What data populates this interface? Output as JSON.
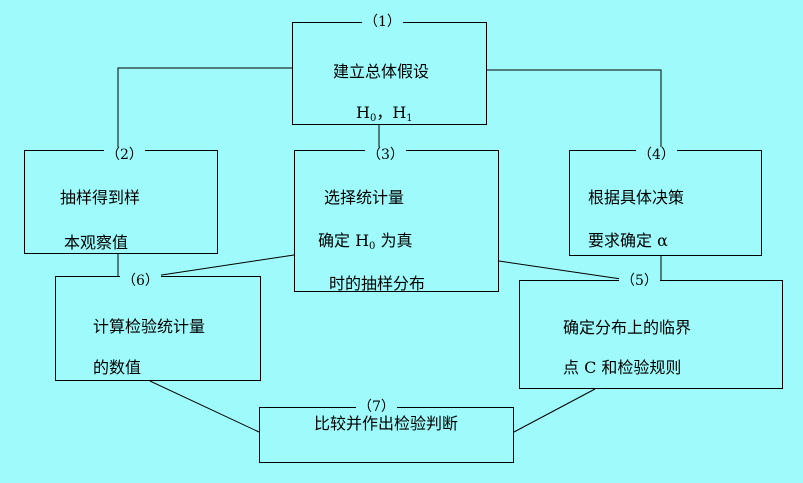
{
  "nodes": [
    {
      "id": "1",
      "num": "（1）",
      "line1": "建立总体假设",
      "h0": "H",
      "h0_sub": "0",
      "sep": "，",
      "h1": "H",
      "h1_sub": "1"
    },
    {
      "id": "2",
      "num": "（2）",
      "line1": "抽样得到样",
      "line2": "本观察值"
    },
    {
      "id": "3",
      "num": "（3）",
      "line1": "选择统计量",
      "line2_a": "确定 H",
      "line2_sub": "0",
      "line2_b": " 为真",
      "line3": "时的抽样分布"
    },
    {
      "id": "4",
      "num": "（4）",
      "line1": "根据具体决策",
      "line2": "要求确定 α"
    },
    {
      "id": "5",
      "num": "（5）",
      "line1": "确定分布上的临界",
      "line2": "点 C 和检验规则"
    },
    {
      "id": "6",
      "num": "（6）",
      "line1": "计算检验统计量",
      "line2": "的数值"
    },
    {
      "id": "7",
      "num": "（7）",
      "line1": "比较并作出检验判断"
    }
  ]
}
